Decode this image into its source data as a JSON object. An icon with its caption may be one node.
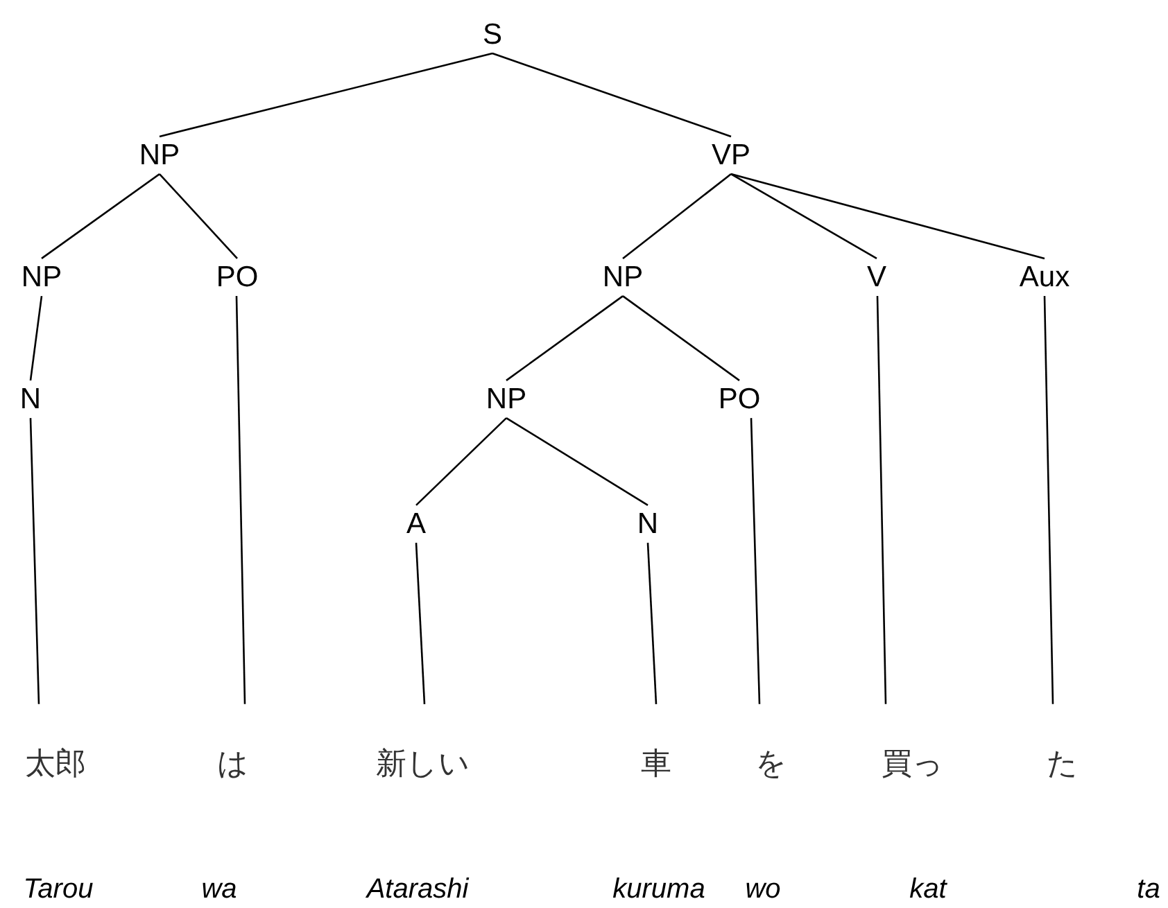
{
  "diagram": {
    "nodes": [
      {
        "text": [
          "S"
        ]
      },
      {
        "text": [
          "NP"
        ]
      },
      {
        "text": [
          "VP"
        ]
      },
      {
        "text": [
          "NP"
        ]
      },
      {
        "text": [
          "PO"
        ]
      },
      {
        "text": [
          "NP"
        ]
      },
      {
        "text": [
          "V"
        ]
      },
      {
        "text": [
          "Aux"
        ]
      },
      {
        "text": [
          "N"
        ]
      },
      {
        "text": [
          "NP"
        ]
      },
      {
        "text": [
          "PO"
        ]
      },
      {
        "text": [
          "A"
        ]
      },
      {
        "text": [
          "N"
        ]
      },
      {
        "text": [
          "太郎"
        ]
      },
      {
        "text": [
          "は"
        ]
      },
      {
        "text": [
          "新しい"
        ]
      },
      {
        "text": [
          "車"
        ]
      },
      {
        "text": [
          "を"
        ]
      },
      {
        "text": [
          "買っ"
        ]
      },
      {
        "text": [
          "た"
        ]
      }
    ],
    "labels": [
      "Tarou",
      "wa",
      "Atarashi",
      "kuruma",
      "wo",
      "kat",
      "ta"
    ],
    "edges": [
      {
        "from": 0,
        "to": 1,
        "arrow": "none"
      },
      {
        "from": 0,
        "to": 2,
        "arrow": "none"
      },
      {
        "from": 1,
        "to": 3,
        "arrow": "none"
      },
      {
        "from": 1,
        "to": 4,
        "arrow": "none"
      },
      {
        "from": 2,
        "to": 5,
        "arrow": "none"
      },
      {
        "from": 2,
        "to": 6,
        "arrow": "none"
      },
      {
        "from": 2,
        "to": 7,
        "arrow": "none"
      },
      {
        "from": 3,
        "to": 8,
        "arrow": "none"
      },
      {
        "from": 4,
        "to": 14,
        "arrow": "none"
      },
      {
        "from": 5,
        "to": 9,
        "arrow": "none"
      },
      {
        "from": 5,
        "to": 10,
        "arrow": "none"
      },
      {
        "from": 9,
        "to": 11,
        "arrow": "none"
      },
      {
        "from": 9,
        "to": 12,
        "arrow": "none"
      },
      {
        "from": 8,
        "to": 13,
        "arrow": "none"
      },
      {
        "from": 11,
        "to": 15,
        "arrow": "none"
      },
      {
        "from": 12,
        "to": 16,
        "arrow": "none"
      },
      {
        "from": 10,
        "to": 17,
        "arrow": "none"
      },
      {
        "from": 6,
        "to": 18,
        "arrow": "none"
      },
      {
        "from": 7,
        "to": 19,
        "arrow": "none"
      }
    ]
  }
}
